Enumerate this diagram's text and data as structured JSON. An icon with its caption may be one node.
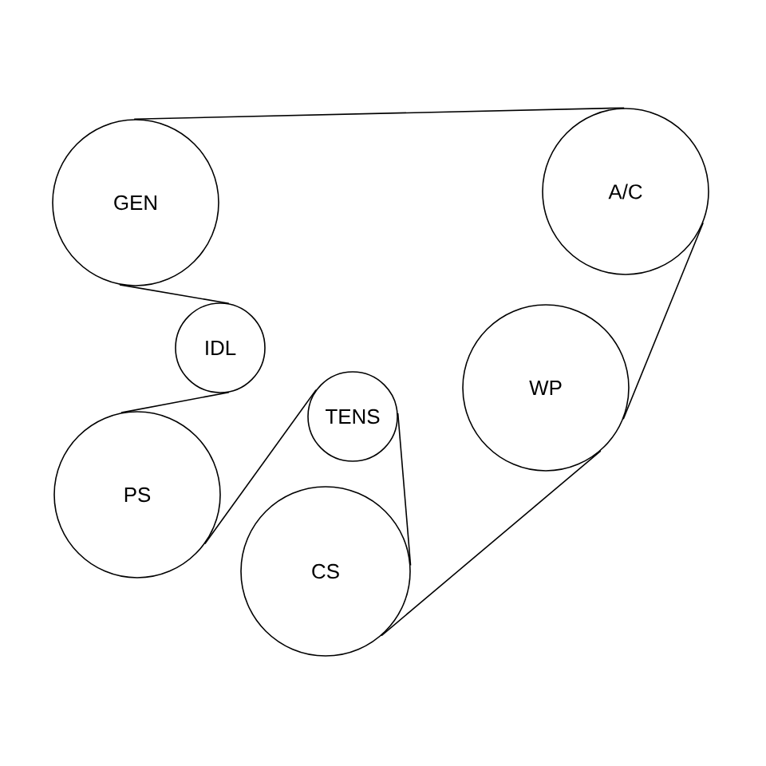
{
  "diagram": {
    "nodes": [
      {
        "text": [
          "GEN"
        ]
      },
      {
        "text": [
          "A/C"
        ]
      },
      {
        "text": [
          "IDL"
        ]
      },
      {
        "text": [
          "WP"
        ]
      },
      {
        "text": [
          "TENS"
        ]
      },
      {
        "text": [
          "PS"
        ]
      },
      {
        "text": [
          "CS"
        ]
      }
    ],
    "edges": [
      {
        "from": 0,
        "to": 1,
        "arrow": "none"
      },
      {
        "from": 1,
        "to": 3,
        "arrow": "none"
      },
      {
        "from": 3,
        "to": 6,
        "arrow": "none"
      },
      {
        "from": 6,
        "to": 4,
        "arrow": "none"
      },
      {
        "from": 4,
        "to": 5,
        "arrow": "none"
      },
      {
        "from": 5,
        "to": 2,
        "arrow": "none"
      },
      {
        "from": 2,
        "to": 0,
        "arrow": "none"
      }
    ]
  }
}
